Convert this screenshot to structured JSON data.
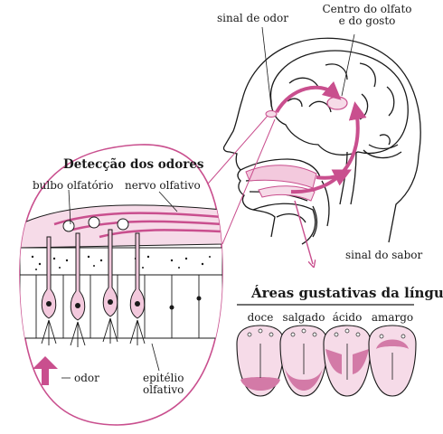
{
  "labels": {
    "odor_signal": "sinal de odor",
    "smell_taste_center_line1": "Centro do olfato",
    "smell_taste_center_line2": "e do gosto",
    "taste_signal": "sinal do sabor",
    "odor_detection_title": "Detecção dos odores",
    "olfactory_bulb": "bulbo olfatório",
    "olfactory_nerve": "nervo olfativo",
    "odor": "odor",
    "epithelium_line1": "epitélio",
    "epithelium_line2": "olfativo",
    "taste_areas_title": "Áreas gustativas da língua"
  },
  "tongues": [
    {
      "label": "doce"
    },
    {
      "label": "salgado"
    },
    {
      "label": "ácido"
    },
    {
      "label": "amargo"
    }
  ],
  "colors": {
    "ink": "#1a1a1a",
    "pink": "#e7a7c6",
    "pink_light": "#f6dbe8",
    "pink_dark": "#c85a96",
    "arrow": "#c94f8e"
  }
}
